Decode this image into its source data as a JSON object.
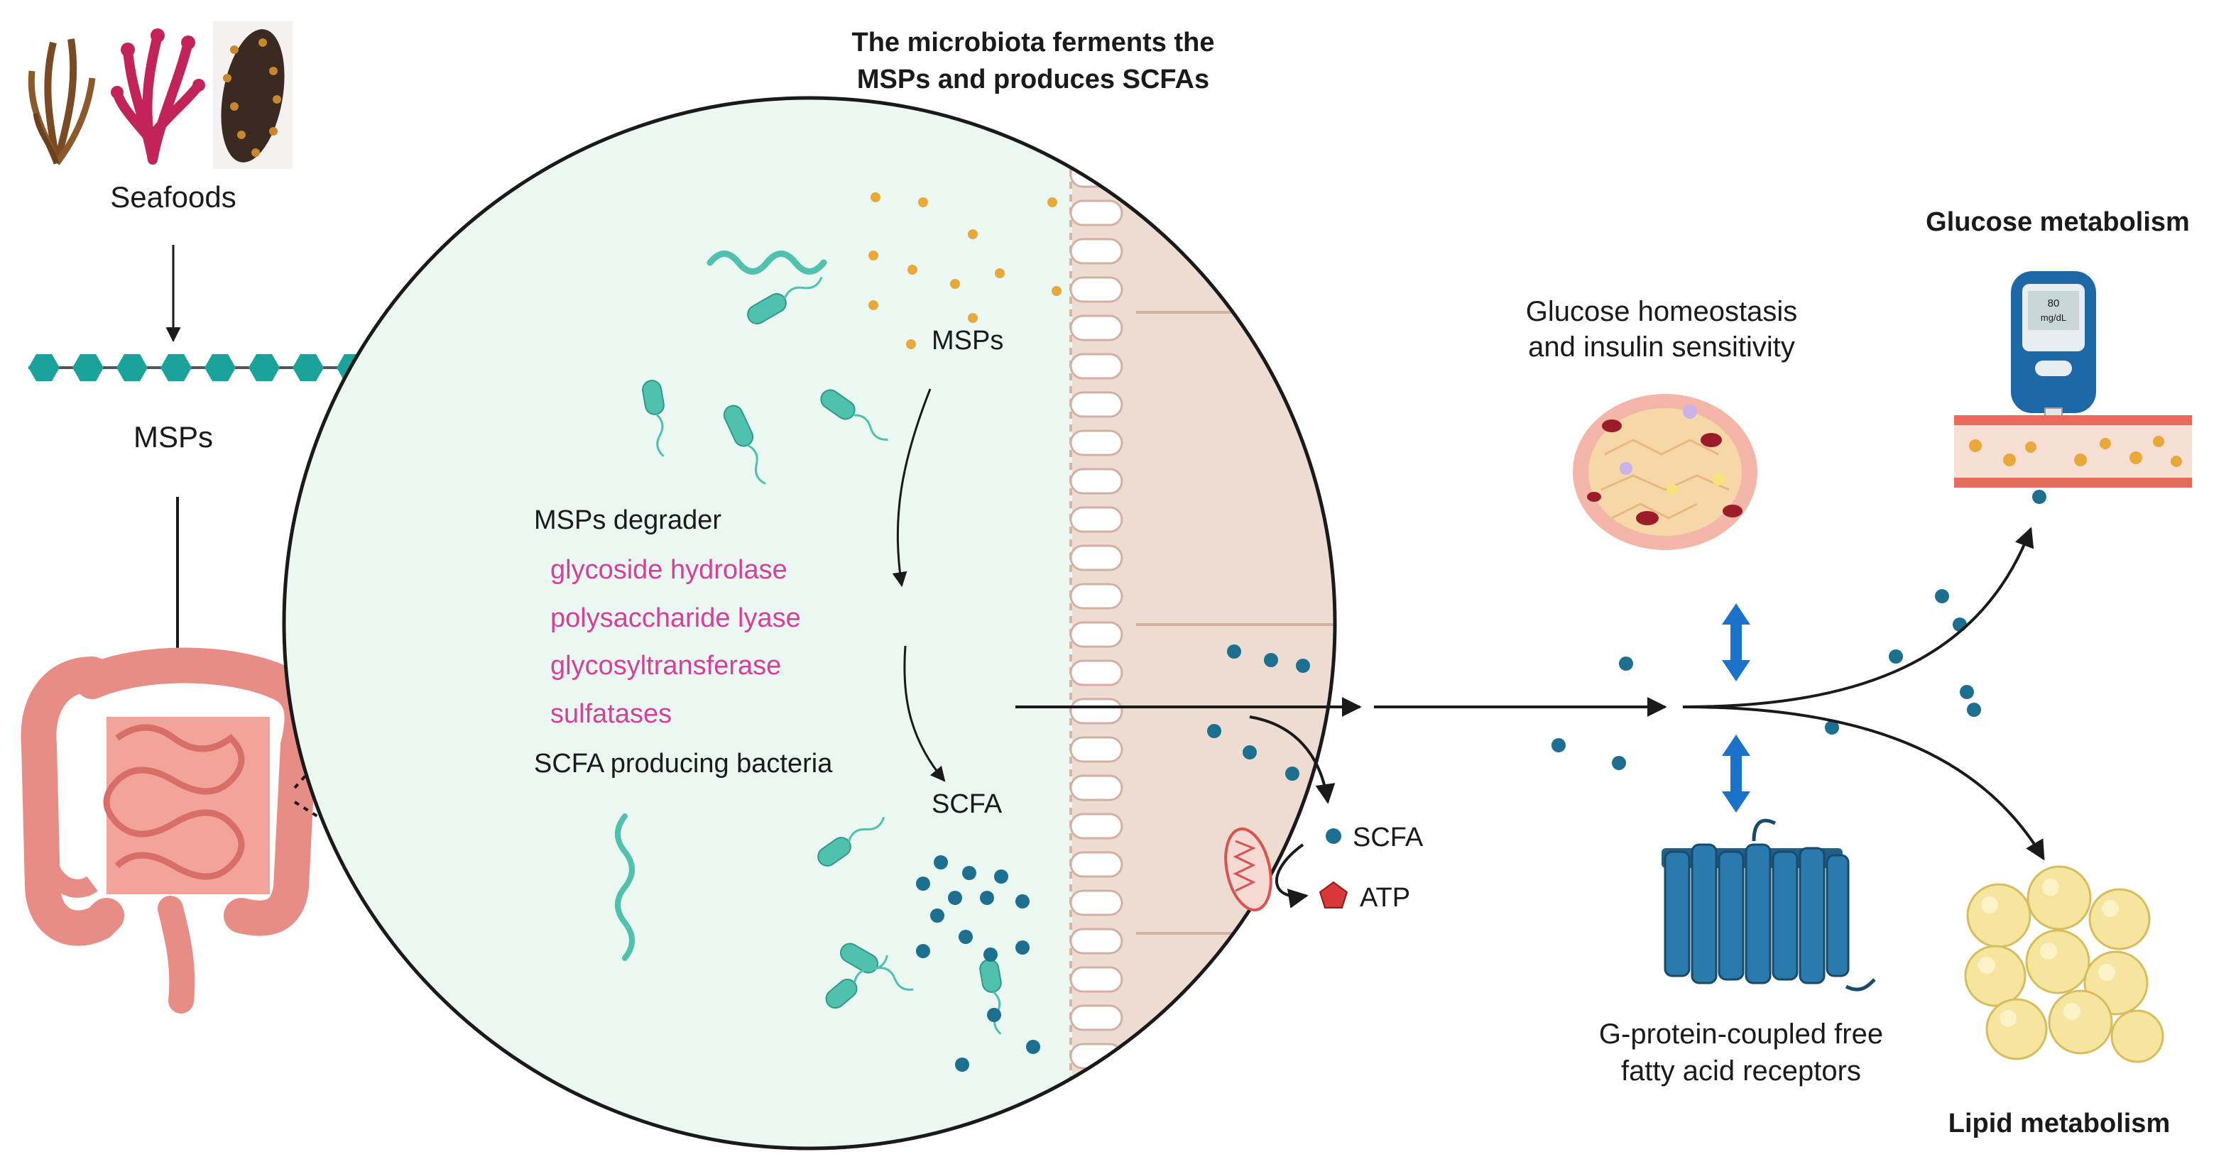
{
  "header": {
    "title_line1": "The microbiota ferments the",
    "title_line2": "MSPs and produces SCFAs"
  },
  "left_column": {
    "seafoods": "Seafoods",
    "msps": "MSPs"
  },
  "circle": {
    "msps_label": "MSPs",
    "degrader_heading": "MSPs degrader",
    "enzymes": [
      "glycoside hydrolase",
      "polysaccharide lyase",
      "glycosyltransferase",
      "sulfatases"
    ],
    "producers": "SCFA producing bacteria",
    "scfa_label": "SCFA",
    "cell_scfa": "SCFA",
    "cell_atp": "ATP"
  },
  "right_side": {
    "homeostasis_line1": "Glucose homeostasis",
    "homeostasis_line2": "and insulin sensitivity",
    "receptor_line1": "G-protein-coupled free",
    "receptor_line2": "fatty acid receptors",
    "glucose_metabolism": "Glucose metabolism",
    "lipid_metabolism": "Lipid metabolism",
    "meter_line1": "80",
    "meter_line2": "mg/dL"
  },
  "colors": {
    "enzyme_text": "#d63f9a",
    "scfa_dot": "#1d6f8f",
    "bacteria": "#4fc1ad",
    "msp_chain": "#1aa39a",
    "gut": "#e88d86",
    "arrow_blue": "#1a73c9",
    "atp": "#d9383a"
  }
}
